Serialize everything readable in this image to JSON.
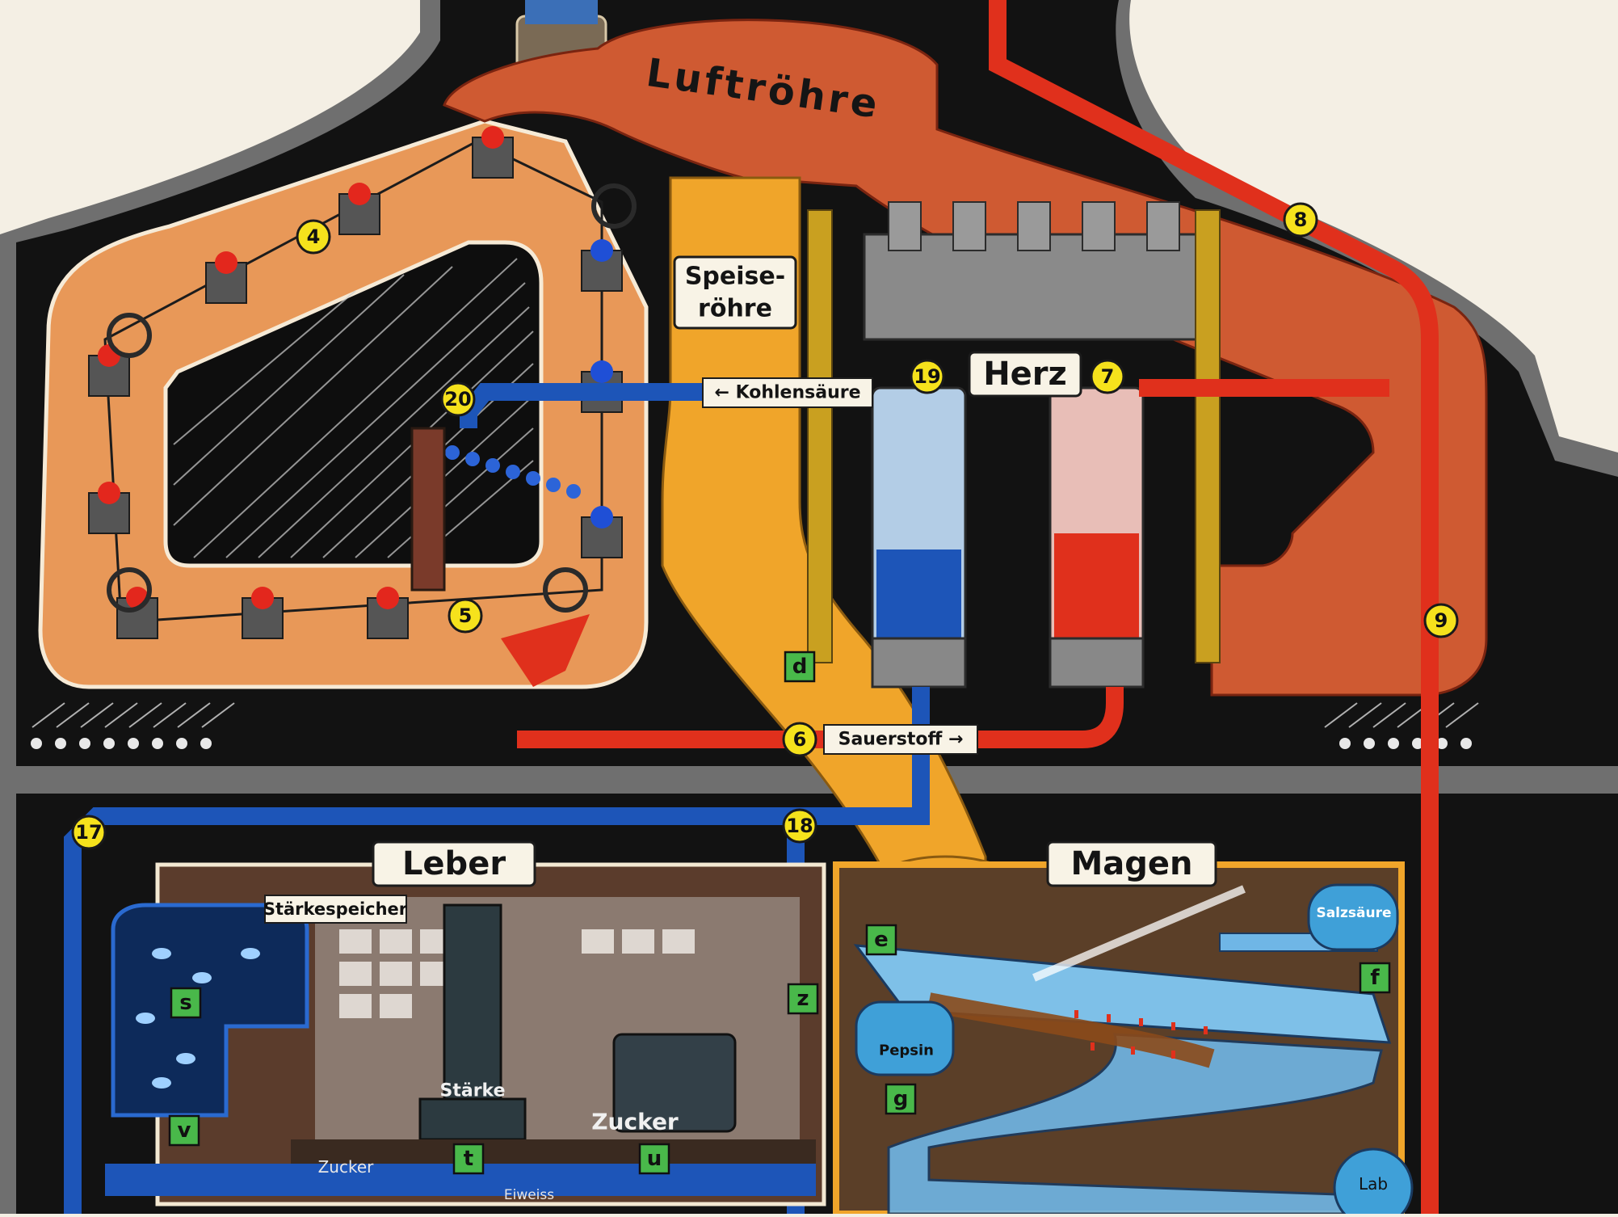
{
  "organs": {
    "windpipe": "Luftröhre",
    "esophagus_line1": "Speise-",
    "esophagus_line2": "röhre",
    "heart": "Herz",
    "liver": "Leber",
    "stomach": "Magen"
  },
  "flows": {
    "co2": "← Kohlensäure",
    "oxygen": "Sauerstoff →"
  },
  "liver_parts": {
    "starch_store": "Stärkespeicher",
    "starch": "Stärke",
    "sugar": "Zucker",
    "sugar_floor": "Zucker",
    "protein": "Eiweiss"
  },
  "stomach_parts": {
    "hydrochloric_acid": "Salzsäure",
    "pepsin": "Pepsin",
    "rennet": "Lab"
  },
  "markers": {
    "n4": "4",
    "n5": "5",
    "n6": "6",
    "n7": "7",
    "n8": "8",
    "n9": "9",
    "n17": "17",
    "n18": "18",
    "n19": "19",
    "n20": "20"
  },
  "letters": {
    "d": "d",
    "e": "e",
    "f": "f",
    "g": "g",
    "s": "s",
    "t": "t",
    "u": "u",
    "v": "v",
    "z": "z"
  },
  "colors": {
    "body_black": "#121212",
    "lung_orange": "#e89858",
    "windpipe_red": "#cf5a32",
    "esophagus_yellow": "#f0a52a",
    "oxygen_red": "#e0301c",
    "co2_blue": "#1d55b8",
    "marker_yellow": "#f6e21c",
    "label_green": "#49b84a"
  }
}
